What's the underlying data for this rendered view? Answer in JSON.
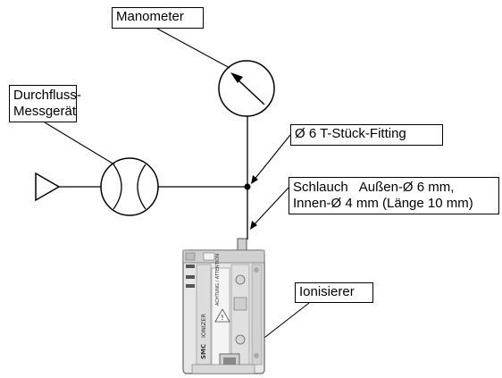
{
  "labels": {
    "manometer": "Manometer",
    "flowmeter_line1": "Durchfluss-",
    "flowmeter_line2": "Messgerät",
    "tee_fitting": "Ø 6 T-Stück-Fitting",
    "hose_line1_a": "Schlauch",
    "hose_line1_b": "Außen-Ø 6 mm,",
    "hose_line2": "Innen-Ø 4 mm (Länge 10 mm)",
    "ionizer": "Ionisierer"
  },
  "device_text": {
    "brand": "SMC",
    "model": "IONIZER",
    "warning": "ACHTUNG / ATTENTION"
  },
  "colors": {
    "line": "#000000",
    "device_body": "#e6e6e6",
    "device_shade": "#bdbdbd",
    "device_dark": "#555555"
  }
}
